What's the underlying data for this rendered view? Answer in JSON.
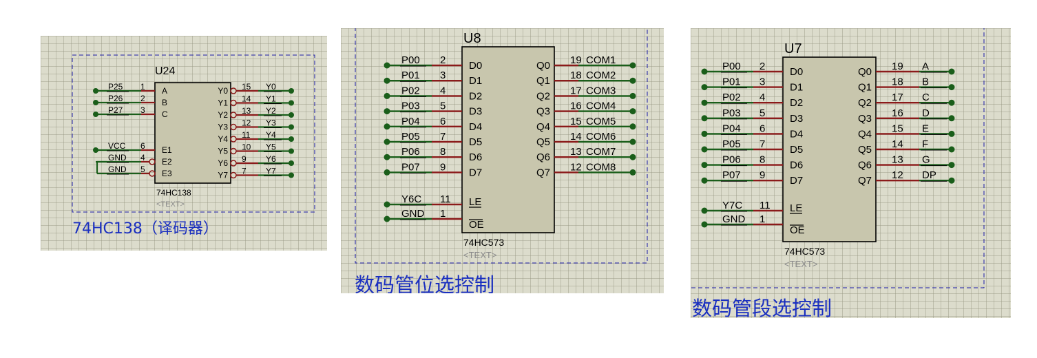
{
  "colors": {
    "background": "#dcdccc",
    "chip": "#c8c6ad",
    "wire": "#1a5e1a",
    "pin": "#8b1a1a",
    "border": "#1a1aa6",
    "caption": "#1a2fc0"
  },
  "decoder": {
    "ref": "U24",
    "part": "74HC138",
    "text_placeholder": "<TEXT>",
    "caption": "74HC138（译码器）",
    "inputs": [
      {
        "net": "P25",
        "pin": "1",
        "label": "A"
      },
      {
        "net": "P26",
        "pin": "2",
        "label": "B"
      },
      {
        "net": "P27",
        "pin": "3",
        "label": "C"
      },
      {
        "net": "VCC",
        "pin": "6",
        "label": "E1"
      },
      {
        "net": "GND",
        "pin": "4",
        "label": "E2"
      },
      {
        "net": "GND",
        "pin": "5",
        "label": "E3"
      }
    ],
    "outputs": [
      {
        "label": "Y0",
        "pin": "15",
        "net": "Y0"
      },
      {
        "label": "Y1",
        "pin": "14",
        "net": "Y1"
      },
      {
        "label": "Y2",
        "pin": "13",
        "net": "Y2"
      },
      {
        "label": "Y3",
        "pin": "12",
        "net": "Y3"
      },
      {
        "label": "Y4",
        "pin": "11",
        "net": "Y4"
      },
      {
        "label": "Y5",
        "pin": "10",
        "net": "Y5"
      },
      {
        "label": "Y6",
        "pin": "9",
        "net": "Y6"
      },
      {
        "label": "Y7",
        "pin": "7",
        "net": "Y7"
      }
    ]
  },
  "latch_digit": {
    "ref": "U8",
    "part": "74HC573",
    "text_placeholder": "<TEXT>",
    "caption": "数码管位选控制",
    "inputs": [
      {
        "net": "P00",
        "pin": "2",
        "label": "D0"
      },
      {
        "net": "P01",
        "pin": "3",
        "label": "D1"
      },
      {
        "net": "P02",
        "pin": "4",
        "label": "D2"
      },
      {
        "net": "P03",
        "pin": "5",
        "label": "D3"
      },
      {
        "net": "P04",
        "pin": "6",
        "label": "D4"
      },
      {
        "net": "P05",
        "pin": "7",
        "label": "D5"
      },
      {
        "net": "P06",
        "pin": "8",
        "label": "D6"
      },
      {
        "net": "P07",
        "pin": "9",
        "label": "D7"
      }
    ],
    "controls": [
      {
        "net": "Y6C",
        "pin": "11",
        "label": "LE"
      },
      {
        "net": "GND",
        "pin": "1",
        "label": "OE"
      }
    ],
    "outputs": [
      {
        "label": "Q0",
        "pin": "19",
        "net": "COM1"
      },
      {
        "label": "Q1",
        "pin": "18",
        "net": "COM2"
      },
      {
        "label": "Q2",
        "pin": "17",
        "net": "COM3"
      },
      {
        "label": "Q3",
        "pin": "16",
        "net": "COM4"
      },
      {
        "label": "Q4",
        "pin": "15",
        "net": "COM5"
      },
      {
        "label": "Q5",
        "pin": "14",
        "net": "COM6"
      },
      {
        "label": "Q6",
        "pin": "13",
        "net": "COM7"
      },
      {
        "label": "Q7",
        "pin": "12",
        "net": "COM8"
      }
    ]
  },
  "latch_segment": {
    "ref": "U7",
    "part": "74HC573",
    "text_placeholder": "<TEXT>",
    "caption": "数码管段选控制",
    "inputs": [
      {
        "net": "P00",
        "pin": "2",
        "label": "D0"
      },
      {
        "net": "P01",
        "pin": "3",
        "label": "D1"
      },
      {
        "net": "P02",
        "pin": "4",
        "label": "D2"
      },
      {
        "net": "P03",
        "pin": "5",
        "label": "D3"
      },
      {
        "net": "P04",
        "pin": "6",
        "label": "D4"
      },
      {
        "net": "P05",
        "pin": "7",
        "label": "D5"
      },
      {
        "net": "P06",
        "pin": "8",
        "label": "D6"
      },
      {
        "net": "P07",
        "pin": "9",
        "label": "D7"
      }
    ],
    "controls": [
      {
        "net": "Y7C",
        "pin": "11",
        "label": "LE"
      },
      {
        "net": "GND",
        "pin": "1",
        "label": "OE"
      }
    ],
    "outputs": [
      {
        "label": "Q0",
        "pin": "19",
        "net": "A"
      },
      {
        "label": "Q1",
        "pin": "18",
        "net": "B"
      },
      {
        "label": "Q2",
        "pin": "17",
        "net": "C"
      },
      {
        "label": "Q3",
        "pin": "16",
        "net": "D"
      },
      {
        "label": "Q4",
        "pin": "15",
        "net": "E"
      },
      {
        "label": "Q5",
        "pin": "14",
        "net": "F"
      },
      {
        "label": "Q6",
        "pin": "13",
        "net": "G"
      },
      {
        "label": "Q7",
        "pin": "12",
        "net": "DP"
      }
    ]
  }
}
